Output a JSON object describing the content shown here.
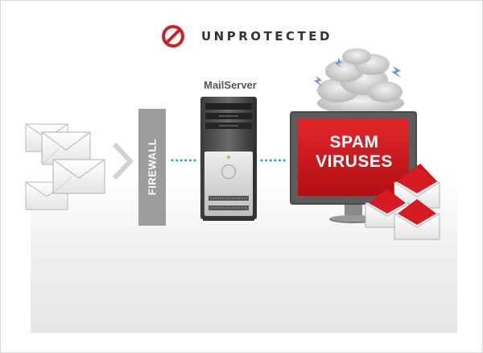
{
  "status": {
    "icon": "prohibited-icon",
    "label": "UNPROTECTED",
    "color": "#cc2222"
  },
  "firewall": {
    "label": "FIREWALL",
    "color": "#9c9c9c"
  },
  "server": {
    "label": "MailServer"
  },
  "monitor": {
    "line1": "SPAM",
    "line2": "VIRUSES",
    "screen_color": "#c8161b"
  },
  "connector": {
    "color": "#1a9fd8"
  },
  "icons": [
    "envelope-icon",
    "chevron-right-icon",
    "server-tower-icon",
    "monitor-icon",
    "storm-cloud-icon",
    "lightning-icon",
    "infected-envelope-icon"
  ]
}
